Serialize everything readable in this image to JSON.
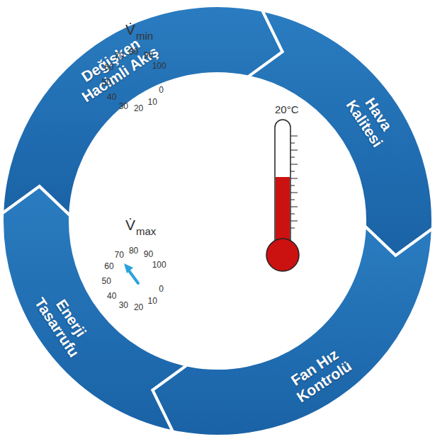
{
  "diagram": {
    "nodes": [
      {
        "text": [
          "Değişken Hacimli Akış"
        ]
      },
      {
        "text": [
          "Hava Kalitesi"
        ]
      },
      {
        "text": [
          "Fan Hız Kontrolü"
        ]
      },
      {
        "text": [
          "Enerji Tasarrufu"
        ]
      }
    ],
    "labels": [
      "V̇",
      "min",
      "70",
      "80",
      "90",
      "100",
      "60",
      "50",
      "40",
      "30",
      "20",
      "10",
      "0",
      "V̇",
      "max",
      "70",
      "80",
      "90",
      "100",
      "60",
      "50",
      "40",
      "30",
      "20",
      "10",
      "0",
      "20°C"
    ]
  }
}
